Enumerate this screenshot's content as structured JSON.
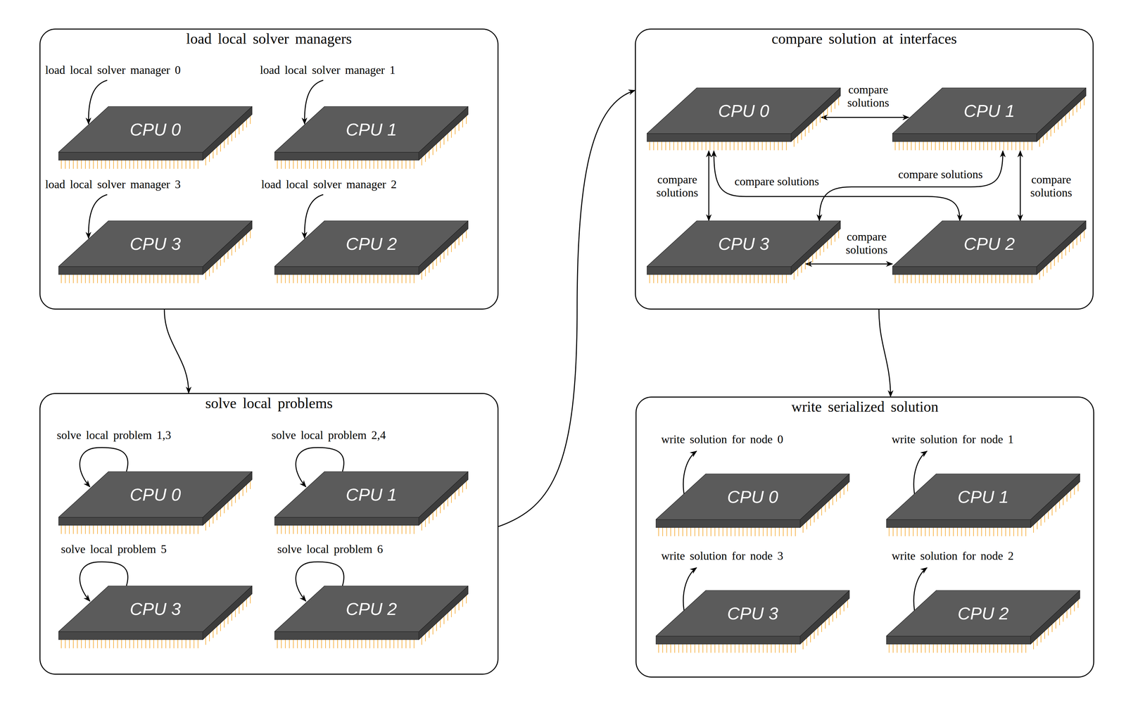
{
  "diagram": {
    "nodes": [
      {
        "text": [
          "load local solver managers"
        ]
      },
      {
        "text": [
          "CPU 0"
        ],
        "in": 0
      },
      {
        "text": [
          "CPU 1"
        ],
        "in": 0
      },
      {
        "text": [
          "CPU 3"
        ],
        "in": 0
      },
      {
        "text": [
          "CPU 2"
        ],
        "in": 0
      },
      {
        "text": [
          "compare solution at interfaces"
        ]
      },
      {
        "text": [
          "CPU 0"
        ],
        "in": 5
      },
      {
        "text": [
          "CPU 1"
        ],
        "in": 5
      },
      {
        "text": [
          "CPU 3"
        ],
        "in": 5
      },
      {
        "text": [
          "CPU 2"
        ],
        "in": 5
      },
      {
        "text": [
          "solve local problems"
        ]
      },
      {
        "text": [
          "CPU 0"
        ],
        "in": 10
      },
      {
        "text": [
          "CPU 1"
        ],
        "in": 10
      },
      {
        "text": [
          "CPU 3"
        ],
        "in": 10
      },
      {
        "text": [
          "CPU 2"
        ],
        "in": 10
      },
      {
        "text": [
          "write serialized solution"
        ]
      },
      {
        "text": [
          "CPU 0"
        ],
        "in": 15
      },
      {
        "text": [
          "CPU 1"
        ],
        "in": 15
      },
      {
        "text": [
          "CPU 3"
        ],
        "in": 15
      },
      {
        "text": [
          "CPU 2"
        ],
        "in": 15
      }
    ],
    "edges": [
      {
        "from": 0,
        "to": 10,
        "arrow": "to"
      },
      {
        "from": 10,
        "to": 5,
        "arrow": "to"
      },
      {
        "from": 5,
        "to": 15,
        "arrow": "to"
      },
      {
        "from": 6,
        "to": 7,
        "label": "compare solutions",
        "arrow": "both"
      },
      {
        "from": 6,
        "to": 8,
        "label": "compare solutions",
        "arrow": "both"
      },
      {
        "from": 7,
        "to": 9,
        "label": "compare solutions",
        "arrow": "both"
      },
      {
        "from": 6,
        "to": 9,
        "label": "compare solutions",
        "arrow": "both"
      },
      {
        "from": 7,
        "to": 8,
        "label": "compare solutions",
        "arrow": "both"
      },
      {
        "from": 8,
        "to": 9,
        "label": "compare solutions",
        "arrow": "both"
      }
    ],
    "labels": [
      "load local solver manager 0",
      "load local solver manager 1",
      "load local solver manager 3",
      "load local solver manager 2",
      "solve local problem 1,3",
      "solve local problem 2,4",
      "solve local problem 5",
      "solve local problem 6",
      "write solution for node 0",
      "write solution for node 1",
      "write solution for node 3",
      "write solution for node 2"
    ]
  }
}
